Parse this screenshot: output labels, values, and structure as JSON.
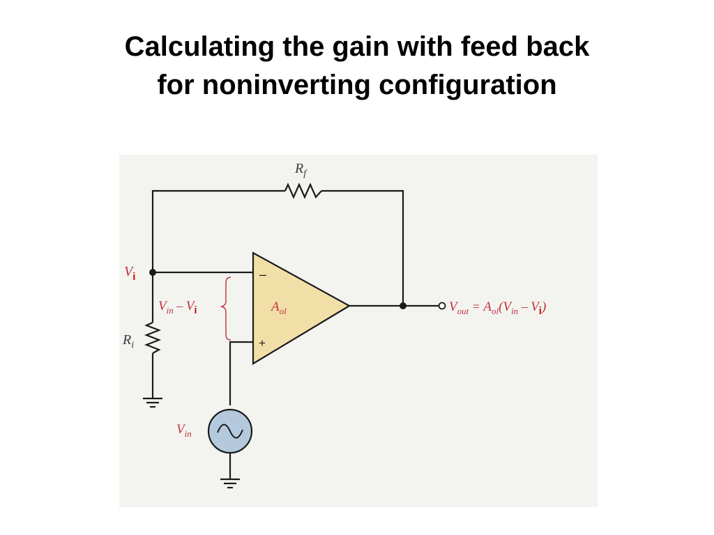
{
  "slide": {
    "title_line1": "Calculating the gain with feed back",
    "title_line2": "for noninverting configuration"
  },
  "circuit": {
    "feedback_resistor": {
      "sym": "R",
      "sub": "f"
    },
    "ground_resistor": {
      "sym": "R",
      "sub": "i"
    },
    "node_label": {
      "sym": "V",
      "sub": "i"
    },
    "differential_label": {
      "a_sym": "V",
      "a_sub": "in",
      "op": " – ",
      "b_sym": "V",
      "b_sub": "i"
    },
    "opamp": {
      "gain": {
        "sym": "A",
        "sub": "ol"
      },
      "minus_sign": "–",
      "plus_sign": "+"
    },
    "source": {
      "sym": "V",
      "sub": "in"
    },
    "output_equation": {
      "v": "V",
      "out_sub": "out",
      "eq": " = ",
      "a": "A",
      "ol_sub": "ol",
      "open": "(",
      "vin": "V",
      "in_sub": "in",
      "minus": " – ",
      "vi": "V",
      "i_sub": "i",
      "close": ")"
    }
  },
  "colors": {
    "label_red": "#c0303a",
    "subscript_i_red": "#d01010",
    "opamp_fill": "#f2dfa8",
    "source_fill": "#b4c9dd",
    "figure_bg": "#f3f4f0"
  }
}
